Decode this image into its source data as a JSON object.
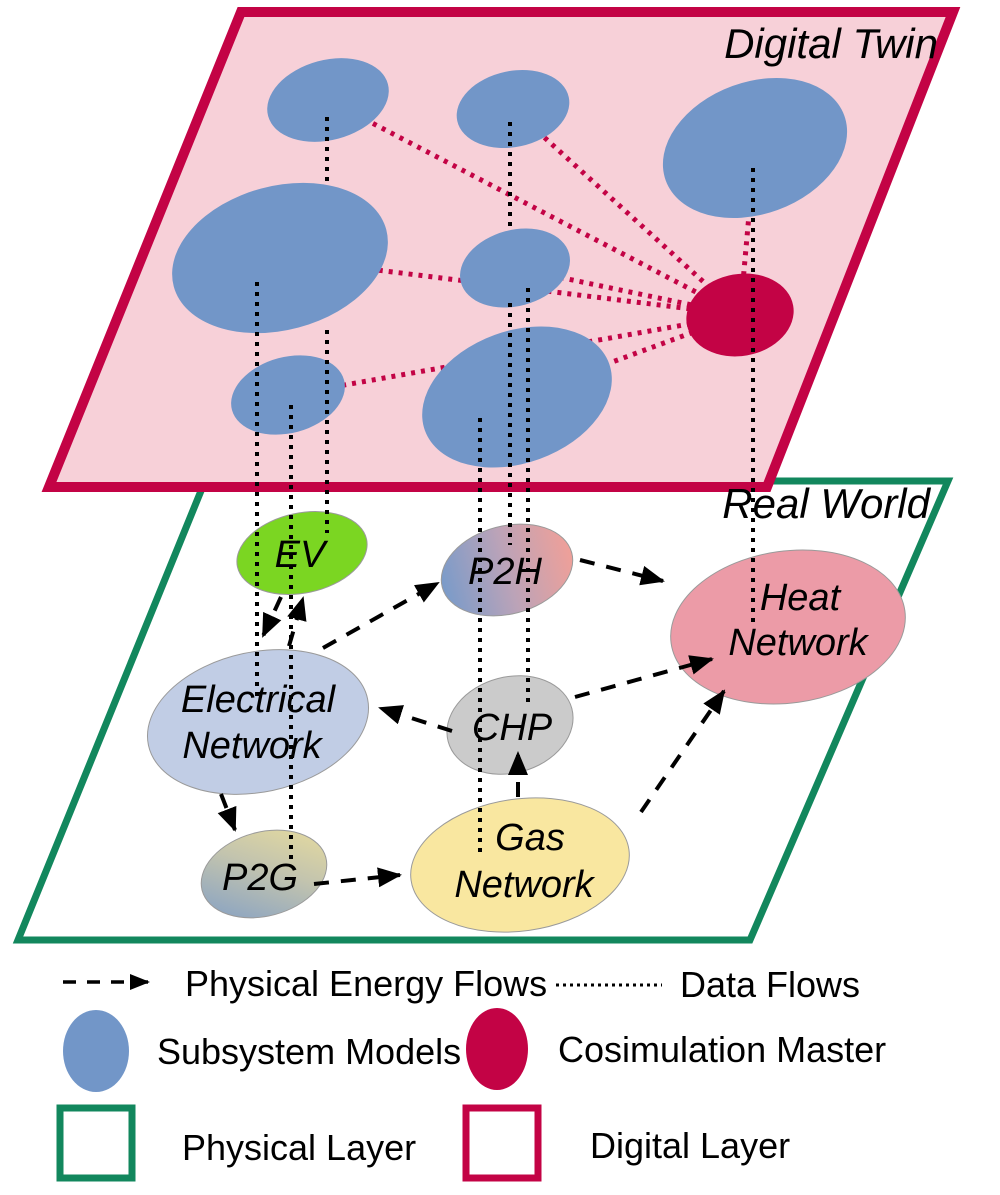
{
  "figure": {
    "digital_layer": {
      "title": "Digital Twin"
    },
    "physical_layer": {
      "title": "Real World",
      "nodes": {
        "ev": {
          "label": "EV"
        },
        "p2h": {
          "label": "P2H"
        },
        "heat": {
          "line1": "Heat",
          "line2": "Network"
        },
        "electrical": {
          "line1": "Electrical",
          "line2": "Network"
        },
        "chp": {
          "label": "CHP"
        },
        "gas": {
          "line1": "Gas",
          "line2": "Network"
        },
        "p2g": {
          "label": "P2G"
        }
      }
    }
  },
  "legend": {
    "physical_energy_flows": "Physical Energy Flows",
    "data_flows": "Data Flows",
    "subsystem_models": "Subsystem Models",
    "cosimulation_master": "Cosimulation Master",
    "physical_layer": "Physical Layer",
    "digital_layer": "Digital Layer"
  },
  "colors": {
    "digital_border": "#C30345",
    "digital_fill": "#F7D0D8",
    "physical_border": "#12875D",
    "subsystem_blue": "#7296C8",
    "master_crimson": "#C30345",
    "data_flow_black": "#000000",
    "ev_green": "#7BD622",
    "heat_pink": "#EC9BA7",
    "electrical_blue": "#C1CDE5",
    "chp_gray": "#CBCBCB",
    "gas_yellow": "#F9E7A0",
    "p2h_gradient": [
      "#7A9BC9",
      "#EFA099"
    ],
    "p2g_gradient": [
      "#7F9DC6",
      "#EBDE9C"
    ]
  }
}
